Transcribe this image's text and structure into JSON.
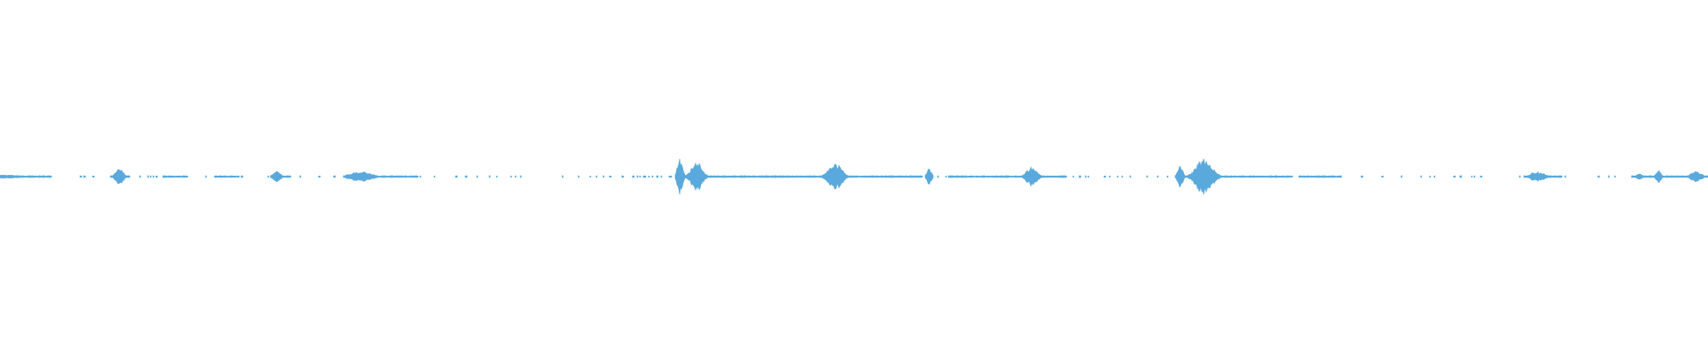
{
  "waveform": {
    "color": "#5aa9dc",
    "duration": 1.0,
    "amplitude_max": 1.0,
    "bursts": [
      {
        "t": 0.0,
        "amp": 0.01,
        "width": 0.018
      },
      {
        "t": 0.07,
        "amp": 0.045,
        "width": 0.003
      },
      {
        "t": 0.162,
        "amp": 0.03,
        "width": 0.003
      },
      {
        "t": 0.211,
        "amp": 0.03,
        "width": 0.008
      },
      {
        "t": 0.398,
        "amp": 0.11,
        "width": 0.002
      },
      {
        "t": 0.408,
        "amp": 0.09,
        "width": 0.004
      },
      {
        "t": 0.489,
        "amp": 0.08,
        "width": 0.005
      },
      {
        "t": 0.544,
        "amp": 0.045,
        "width": 0.002
      },
      {
        "t": 0.604,
        "amp": 0.055,
        "width": 0.004
      },
      {
        "t": 0.691,
        "amp": 0.065,
        "width": 0.002
      },
      {
        "t": 0.705,
        "amp": 0.11,
        "width": 0.006
      },
      {
        "t": 0.9,
        "amp": 0.03,
        "width": 0.005
      },
      {
        "t": 0.96,
        "amp": 0.02,
        "width": 0.002
      },
      {
        "t": 0.971,
        "amp": 0.035,
        "width": 0.002
      },
      {
        "t": 0.993,
        "amp": 0.03,
        "width": 0.004
      }
    ],
    "gaps": [
      [
        0.03,
        0.065
      ],
      [
        0.075,
        0.095
      ],
      [
        0.11,
        0.125
      ],
      [
        0.14,
        0.16
      ],
      [
        0.17,
        0.205
      ],
      [
        0.245,
        0.395
      ],
      [
        0.54,
        0.555
      ],
      [
        0.625,
        0.69
      ],
      [
        0.757,
        0.76
      ],
      [
        0.785,
        0.9
      ],
      [
        0.915,
        0.955
      ]
    ]
  }
}
